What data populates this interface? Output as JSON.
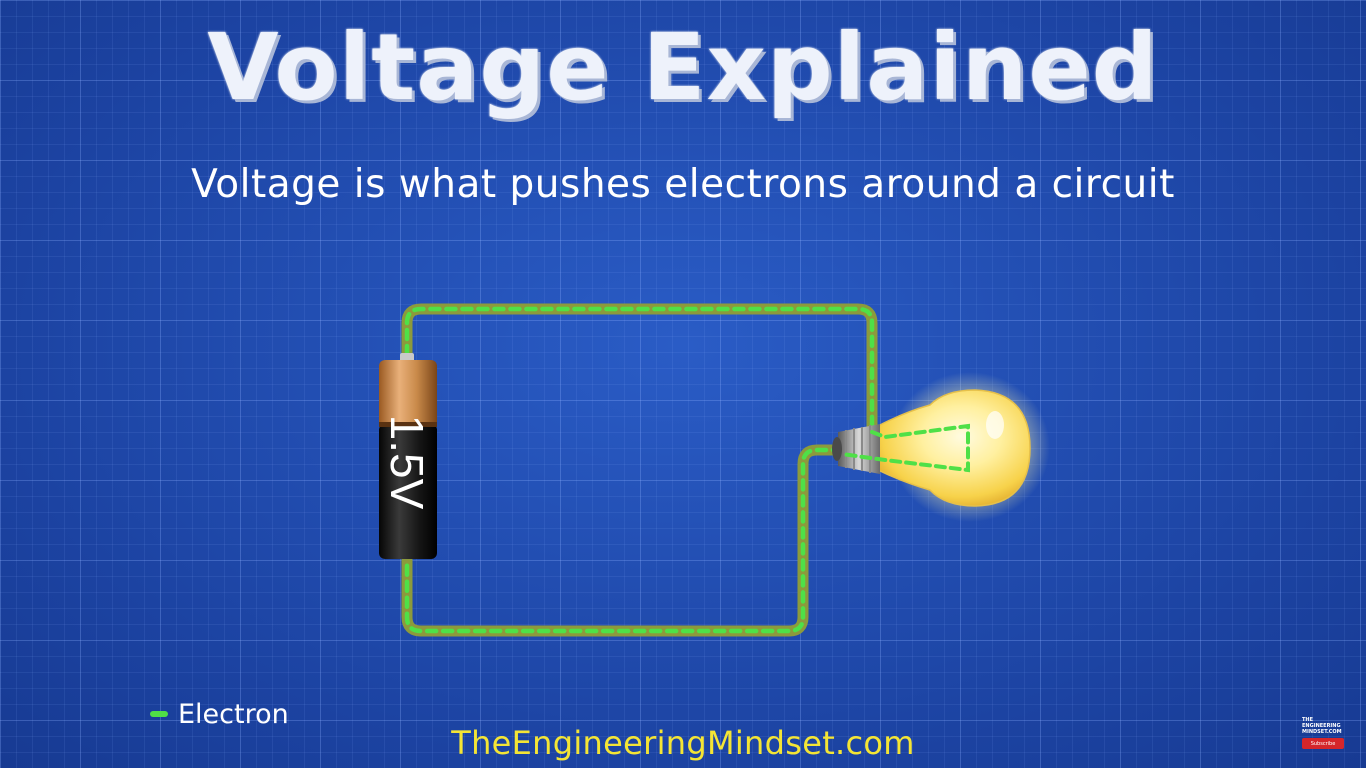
{
  "title": "Voltage Explained",
  "subtitle": "Voltage is what pushes electrons around a circuit",
  "battery": {
    "label": "1.5V"
  },
  "legend": {
    "label": "Electron",
    "color": "#4fe047"
  },
  "footer": {
    "website": "TheEngineeringMindset.com"
  },
  "logo": {
    "line1": "THE",
    "line2": "ENGINEERING",
    "line3": "MINDSET.COM",
    "subscribe": "Subscribe"
  },
  "colors": {
    "background": "#1f49ae",
    "wire": "#8c9a3c",
    "electron": "#4fe047",
    "battery_cap": "#c98a4a",
    "battery_body": "#141414",
    "bulb_glow": "#fff3a0",
    "footer_text": "#f4e535"
  }
}
